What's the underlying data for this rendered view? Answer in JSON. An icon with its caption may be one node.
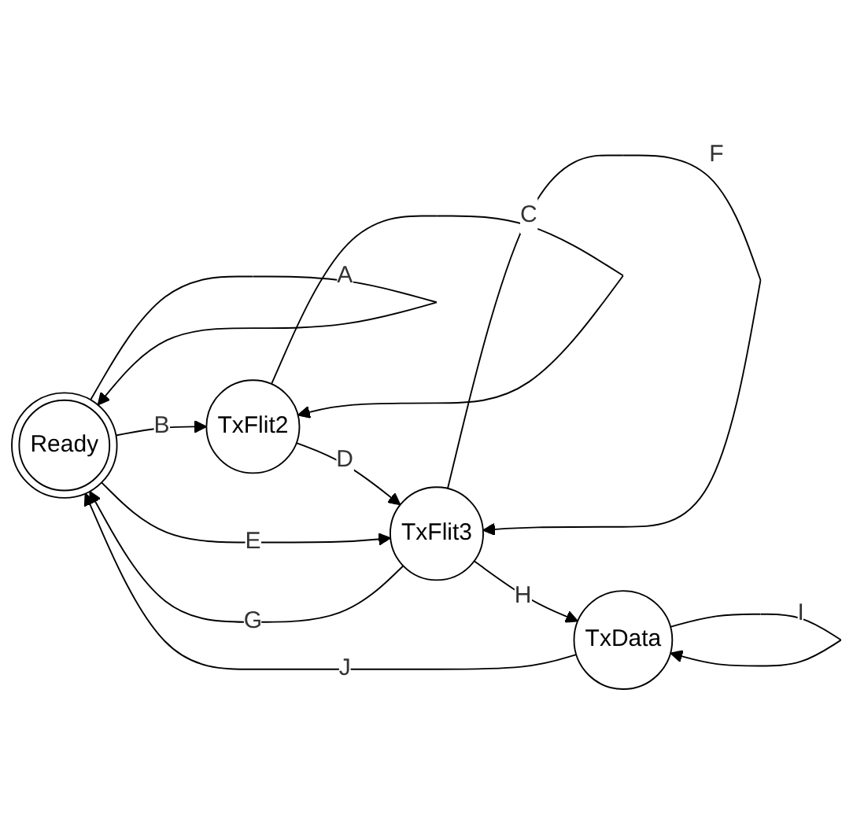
{
  "diagram": {
    "nodes": [
      {
        "text": [
          "Ready"
        ]
      },
      {
        "text": [
          "TxFlit2"
        ]
      },
      {
        "text": [
          "TxData"
        ]
      },
      {
        "text": [
          "TxFlit3"
        ]
      }
    ],
    "edges": [
      {
        "from": 0,
        "to": 0,
        "arrow": "to",
        "label": "A"
      },
      {
        "from": 0,
        "to": 1,
        "arrow": "to",
        "label": "B"
      },
      {
        "from": 1,
        "to": 1,
        "arrow": "to",
        "label": "C"
      },
      {
        "from": 1,
        "to": 3,
        "arrow": "to",
        "label": "D"
      },
      {
        "from": 0,
        "to": 3,
        "arrow": "to",
        "label": "E"
      },
      {
        "from": 3,
        "to": 3,
        "arrow": "to",
        "label": "F"
      },
      {
        "from": 3,
        "to": 0,
        "arrow": "to",
        "label": "G"
      },
      {
        "from": 3,
        "to": 2,
        "arrow": "to",
        "label": "H"
      },
      {
        "from": 2,
        "to": 2,
        "arrow": "to",
        "label": "I"
      },
      {
        "from": 2,
        "to": 0,
        "arrow": "to",
        "label": "J"
      }
    ]
  }
}
